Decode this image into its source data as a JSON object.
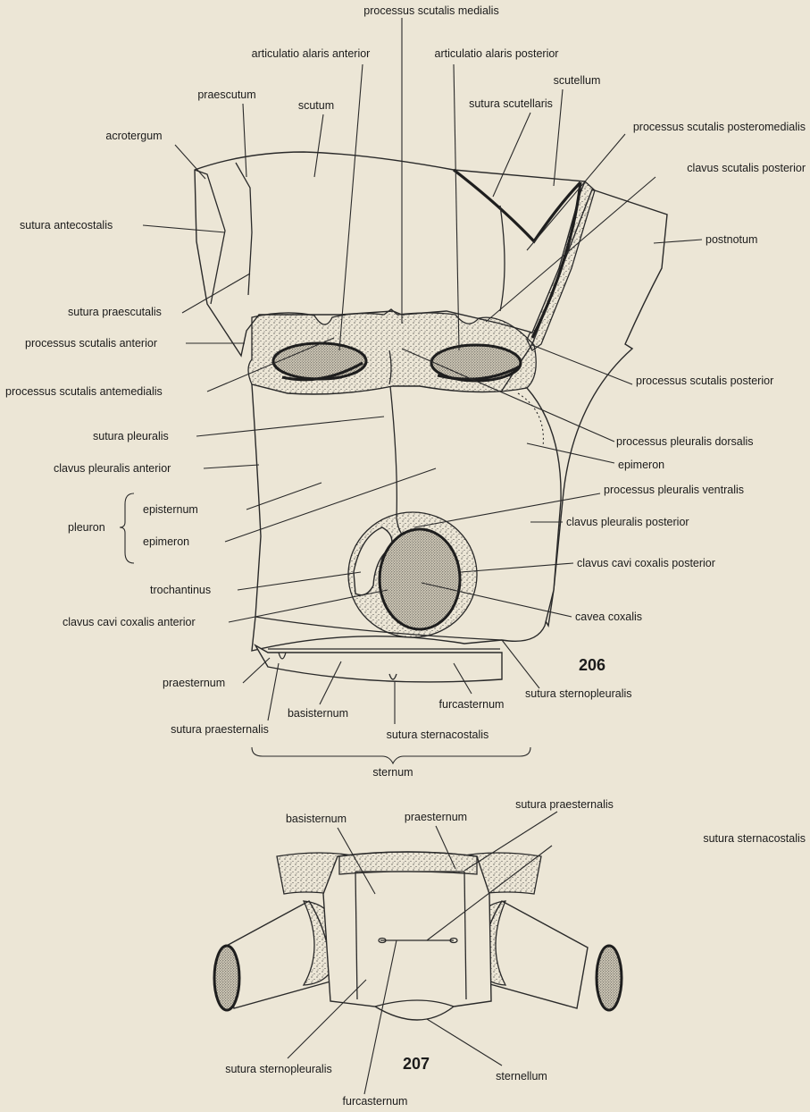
{
  "fig206": {
    "number": "206",
    "labels": {
      "processus_scutalis_medialis": "processus scutalis medialis",
      "articulatio_alaris_anterior": "articulatio alaris anterior",
      "articulatio_alaris_posterior": "articulatio alaris posterior",
      "scutellum": "scutellum",
      "praescutum": "praescutum",
      "scutum": "scutum",
      "sutura_scutellaris": "sutura scutellaris",
      "processus_scutalis_posteromedialis": "processus scutalis posteromedialis",
      "acrotergum": "acrotergum",
      "clavus_scutalis_posterior": "clavus scutalis posterior",
      "sutura_antecostalis": "sutura antecostalis",
      "postnotum": "postnotum",
      "sutura_praescutalis": "sutura praescutalis",
      "processus_scutalis_anterior": "processus scutalis anterior",
      "processus_scutalis_antemedialis": "processus scutalis antemedialis",
      "processus_scutalis_posterior": "processus scutalis posterior",
      "sutura_pleuralis": "sutura pleuralis",
      "processus_pleuralis_dorsalis": "processus pleuralis dorsalis",
      "clavus_pleuralis_anterior": "clavus pleuralis anterior",
      "epimeron_right": "epimeron",
      "processus_pleuralis_ventralis": "processus pleuralis ventralis",
      "episternum": "episternum",
      "pleuron": "pleuron",
      "clavus_pleuralis_posterior": "clavus pleuralis posterior",
      "epimeron_left": "epimeron",
      "clavus_cavi_coxalis_posterior": "clavus cavi coxalis posterior",
      "trochantinus": "trochantinus",
      "cavea_coxalis": "cavea coxalis",
      "clavus_cavi_coxalis_anterior": "clavus cavi coxalis anterior",
      "praesternum": "praesternum",
      "sutura_sternopleuralis": "sutura sternopleuralis",
      "furcasternum": "furcasternum",
      "basisternum": "basisternum",
      "sutura_praesternalis": "sutura praesternalis",
      "sutura_sternacostalis": "sutura sternacostalis",
      "sternum": "sternum"
    }
  },
  "fig207": {
    "number": "207",
    "labels": {
      "basisternum": "basisternum",
      "praesternum": "praesternum",
      "sutura_praesternalis": "sutura praesternalis",
      "sutura_sternacostalis": "sutura sternacostalis",
      "sutura_sternopleuralis": "sutura sternopleuralis",
      "sternellum": "sternellum",
      "furcasternum": "furcasternum"
    }
  }
}
